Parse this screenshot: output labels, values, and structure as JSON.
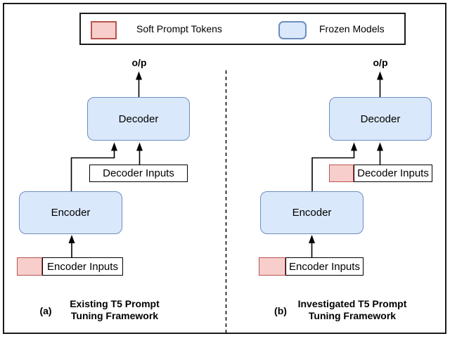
{
  "colors": {
    "soft_prompt_fill": "#f8cecc",
    "soft_prompt_border": "#b85450",
    "frozen_fill": "#dae8fc",
    "frozen_border": "#6c8ebf"
  },
  "legend": {
    "items": [
      {
        "id": "soft-prompt-tokens",
        "label": "Soft Prompt Tokens"
      },
      {
        "id": "frozen-models",
        "label": "Frozen Models"
      }
    ]
  },
  "panels": [
    {
      "id": "a",
      "output_label": "o/p",
      "decoder_label": "Decoder",
      "decoder_inputs_label": "Decoder Inputs",
      "encoder_label": "Encoder",
      "encoder_inputs_label": "Encoder Inputs",
      "caption_tag": "(a)",
      "caption_line1": "Existing T5 Prompt",
      "caption_line2": "Tuning Framework"
    },
    {
      "id": "b",
      "output_label": "o/p",
      "decoder_label": "Decoder",
      "decoder_inputs_label": "Decoder Inputs",
      "encoder_label": "Encoder",
      "encoder_inputs_label": "Encoder Inputs",
      "caption_tag": "(b)",
      "caption_line1": "Investigated T5 Prompt",
      "caption_line2": "Tuning Framework"
    }
  ]
}
